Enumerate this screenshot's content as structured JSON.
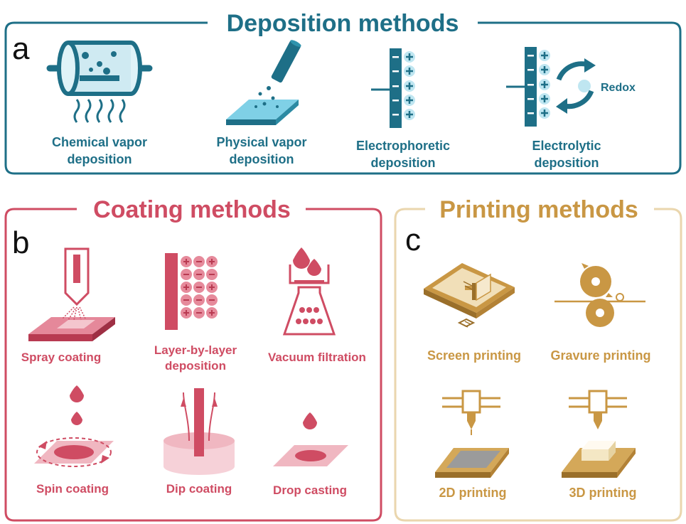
{
  "colors": {
    "deposition": "#1e6f87",
    "deposition_light": "#7fd0e6",
    "coating": "#cf4c63",
    "coating_light": "#f0b7c1",
    "printing": "#c99744",
    "printing_frame": "#ead6ae"
  },
  "panel_a": {
    "letter": "a",
    "title": "Deposition methods",
    "items": [
      {
        "line1": "Chemical vapor",
        "line2": "deposition"
      },
      {
        "line1": "Physical vapor",
        "line2": "deposition"
      },
      {
        "line1": "Electrophoretic",
        "line2": "deposition"
      },
      {
        "line1": "Electrolytic",
        "line2": "deposition"
      }
    ],
    "redox": "Redox"
  },
  "panel_b": {
    "letter": "b",
    "title": "Coating methods",
    "items": [
      {
        "line1": "Spray coating",
        "line2": ""
      },
      {
        "line1": "Layer-by-layer",
        "line2": "deposition"
      },
      {
        "line1": "Vacuum filtration",
        "line2": ""
      },
      {
        "line1": "Spin coating",
        "line2": ""
      },
      {
        "line1": "Dip coating",
        "line2": ""
      },
      {
        "line1": "Drop casting",
        "line2": ""
      }
    ]
  },
  "panel_c": {
    "letter": "c",
    "title": "Printing methods",
    "items": [
      {
        "line1": "Screen printing",
        "line2": ""
      },
      {
        "line1": "Gravure printing",
        "line2": ""
      },
      {
        "line1": "2D printing",
        "line2": ""
      },
      {
        "line1": "3D printing",
        "line2": ""
      }
    ]
  }
}
